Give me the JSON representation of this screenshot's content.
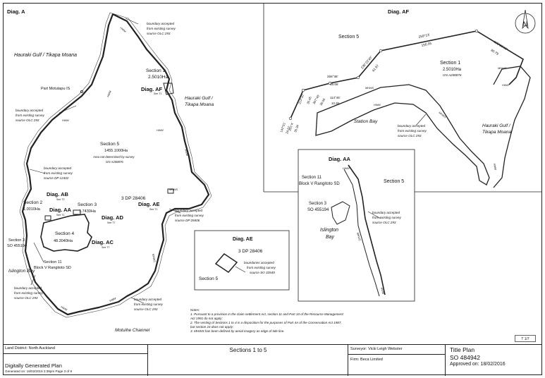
{
  "diagrams": {
    "main": "Diag. A",
    "af": "Diag. AF",
    "aa": "Diag. AA",
    "ae": "Diag. AE",
    "ab": "Diag. AB",
    "ad": "Diag. AD",
    "ac": "Diag. AC"
  },
  "main_map": {
    "water_nw": [
      "Hauraki Gulf / Tikapa Moana"
    ],
    "water_e": [
      "Hauraki Gulf /",
      "Tikapa Moana"
    ],
    "water_sw": "Islington Bay",
    "water_s": "Motuihe Channel",
    "part_motutapu": "Part Motutapu IS",
    "section1": "Section 1",
    "section1_area": "2.5010Ha",
    "section5": "Section 5",
    "section5_area": "1455.1000Ha",
    "section5_note": [
      "Area not determined by survey",
      "GN A208876"
    ],
    "section2": "Section 2",
    "section2_area": "1.0010Ha",
    "section3": "Section 3",
    "section3_area": "1.7430Ha",
    "section4": "Section 4",
    "section4_area": "48.3040Ha",
    "section3_so": [
      "Section 3",
      "SO 455194"
    ],
    "section11": [
      "Section 11",
      "Block V Rangitoto SD"
    ],
    "dp": "3 DP 28406",
    "see_t1": "See T1",
    "see_t2": "See T2",
    "see_t7": "See T7",
    "hwm": "HWM",
    "mhws": "MHWS",
    "notes_boundary": {
      "olc_top": [
        "boundary accepted",
        "from existing survey",
        "source OLC 293"
      ],
      "olc_left": [
        "boundary accepted",
        "from existing survey",
        "source OLC 293"
      ],
      "dp12402": [
        "boundary accepted",
        "from existing survey",
        "source DP 12402"
      ],
      "dp28406": [
        "boundary accepted",
        "from existing survey",
        "source DP 28406"
      ],
      "olc_bottom": [
        "boundary accepted",
        "from existing survey",
        "source OLC 293"
      ],
      "olc_sw": [
        "boundary accepted",
        "from existing survey",
        "source OLC 293"
      ]
    }
  },
  "diag_af": {
    "section5": "Section 5",
    "section1": "Section 1",
    "area": "2.5010Ha",
    "gn": "GN A208876",
    "station_bay": "Station Bay",
    "water": [
      "Hauraki Gulf /",
      "Tikapa Moana"
    ],
    "bearings": [
      {
        "b": "259°13'",
        "d": "156.55"
      },
      {
        "b": "129°09'40\"",
        "d": "80.79"
      },
      {
        "b": "236°22'40\"",
        "d": "61.97"
      },
      {
        "b": "266°38'",
        "d": "46.68"
      },
      {
        "b": "213°20'",
        "d": "35.45"
      },
      {
        "b": "307°40'",
        "d": "30.95"
      },
      {
        "b": "114°45'",
        "d": "10.39"
      },
      {
        "b": "201°4'",
        "d": "30.34"
      },
      {
        "b": "142°01'",
        "d": "24.57"
      }
    ],
    "note": [
      "boundary accepted",
      "from existing survey",
      "source OLC 293"
    ]
  },
  "diag_aa": {
    "section11": [
      "Section 11",
      "Block V Rangitoto SD"
    ],
    "section5": "Section 5",
    "section3": [
      "Section 3",
      "SO 455194"
    ],
    "bay": [
      "Islington",
      "Bay"
    ],
    "note": [
      "boundary accepted",
      "from existing survey",
      "source OLC 293"
    ]
  },
  "diag_ae": {
    "dp": "3 DP 28406",
    "section5": "Section 5",
    "note": [
      "boundaries accepted",
      "from existing survey",
      "source SO 33549"
    ]
  },
  "notes": {
    "title": "Notes:",
    "lines": [
      "1. Pursuant to a provision in the claim settlement Act, section 11 and Part 10 of the Resource Management",
      "Act 1991 do not apply;",
      "2. The vesting of Sections 1 to 4 is a disposition for the purposes of Part 4A of the Conservation Act 1987,",
      "but section 24 does not apply;",
      "3. MHWS has been defined by aerial imagery as edge of tide line."
    ]
  },
  "page_box": "T 1/7",
  "footer": {
    "land_district": "Land District: North Auckland",
    "generated_title": "Digitally Generated Plan",
    "generated_on": "Generated on: 18/02/2016 3:39pm Page 3 of 9",
    "sections": "Sections 1 to 5",
    "surveyor": "Surveyor: Vicki Leigh Webster",
    "firm": "Firm: Beca Limited",
    "plan_type": "Title Plan",
    "plan_number": "SO 484942",
    "approved": "Approved on: 18/02/2016"
  },
  "north_label": "N"
}
